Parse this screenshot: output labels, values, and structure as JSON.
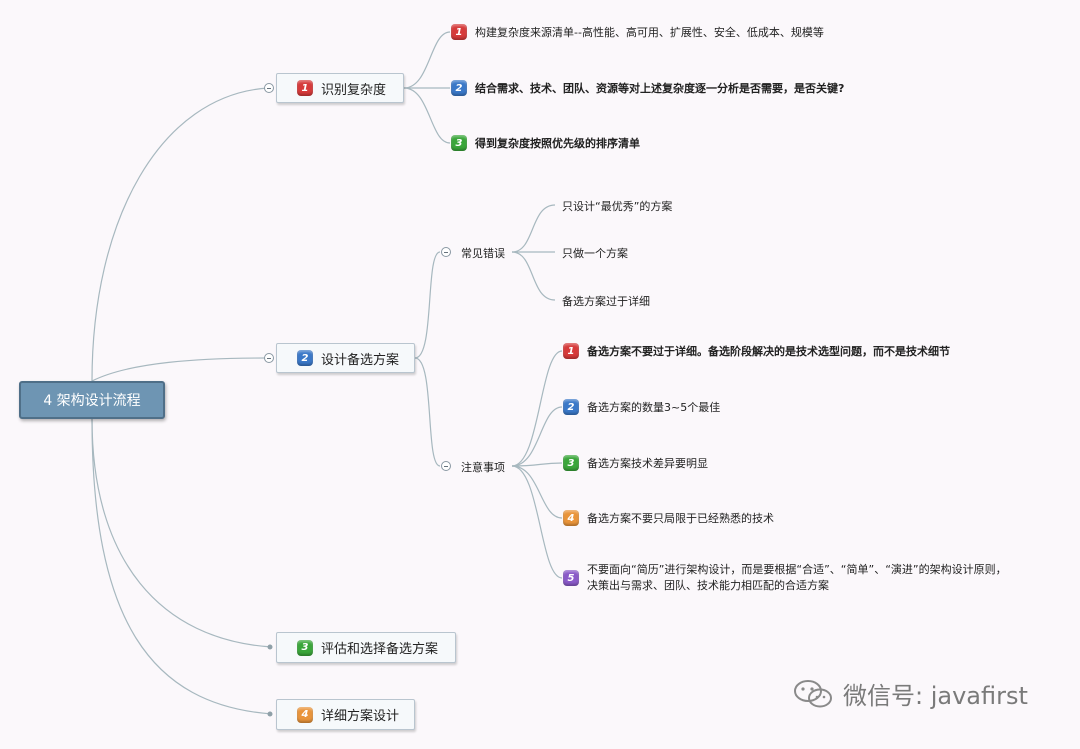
{
  "root": {
    "label": "4 架构设计流程"
  },
  "branches": {
    "b1": {
      "num": "1",
      "label": "识别复杂度"
    },
    "b2": {
      "num": "2",
      "label": "设计备选方案"
    },
    "b3": {
      "num": "3",
      "label": "评估和选择备选方案"
    },
    "b4": {
      "num": "4",
      "label": "详细方案设计"
    }
  },
  "b1_children": [
    {
      "num": "1",
      "text": "构建复杂度来源清单--高性能、高可用、扩展性、安全、低成本、规模等"
    },
    {
      "num": "2",
      "text": "结合需求、技术、团队、资源等对上述复杂度逐一分析是否需要，是否关键?"
    },
    {
      "num": "3",
      "text": "得到复杂度按照优先级的排序清单"
    }
  ],
  "b2_groups": {
    "mistakes": {
      "label": "常见错误"
    },
    "notes": {
      "label": "注意事项"
    }
  },
  "mistakes_children": [
    {
      "text": "只设计“最优秀”的方案"
    },
    {
      "text": "只做一个方案"
    },
    {
      "text": "备选方案过于详细"
    }
  ],
  "notes_children": [
    {
      "num": "1",
      "text": "备选方案不要过于详细。备选阶段解决的是技术选型问题，而不是技术细节"
    },
    {
      "num": "2",
      "text": "备选方案的数量3~5个最佳"
    },
    {
      "num": "3",
      "text": "备选方案技术差异要明显"
    },
    {
      "num": "4",
      "text": "备选方案不要只局限于已经熟悉的技术"
    },
    {
      "num": "5",
      "line1": "不要面向“简历”进行架构设计，而是要根据“合适”、“简单”、“演进”的架构设计原则，",
      "line2": "决策出与需求、团队、技术能力相匹配的合适方案"
    }
  ],
  "watermark": {
    "text": "微信号: javafirst",
    "icon": "wechat-icon"
  },
  "colors": {
    "red": "#d63a3a",
    "blue": "#3a78c8",
    "green": "#3aa63a",
    "orange": "#e9943a",
    "purple": "#8a5ac8",
    "root": "#6e95b3"
  }
}
